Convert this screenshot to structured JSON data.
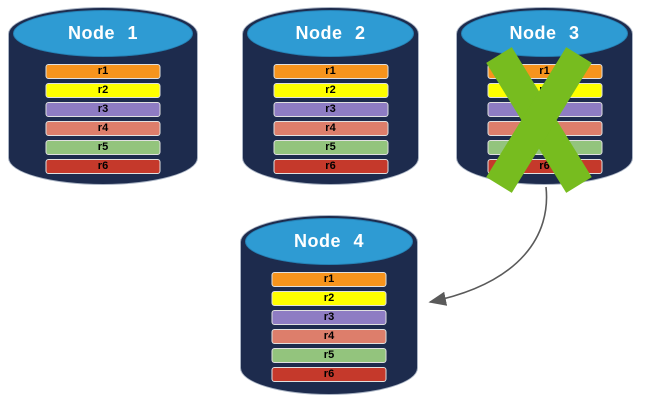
{
  "colors": {
    "cylinder_body": "#1D2B4D",
    "cylinder_edge": "#AAB4C4",
    "cylinder_cap": "#2E9BD3",
    "node_label": "#FFFFFF",
    "bar_label": "#000000",
    "bar_border": "#E0E0E0",
    "cross": "#77BC1F",
    "arrow": "#5A5A5A"
  },
  "nodes": [
    {
      "label": "Node 1",
      "crossed_out": false,
      "rows": [
        {
          "label": "r1",
          "color": "#F7941D"
        },
        {
          "label": "r2",
          "color": "#FFFF00"
        },
        {
          "label": "r3",
          "color": "#8E7CC3"
        },
        {
          "label": "r4",
          "color": "#DD7E6B"
        },
        {
          "label": "r5",
          "color": "#93C47D"
        },
        {
          "label": "r6",
          "color": "#C5392B"
        }
      ]
    },
    {
      "label": "Node 2",
      "crossed_out": false,
      "rows": [
        {
          "label": "r1",
          "color": "#F7941D"
        },
        {
          "label": "r2",
          "color": "#FFFF00"
        },
        {
          "label": "r3",
          "color": "#8E7CC3"
        },
        {
          "label": "r4",
          "color": "#DD7E6B"
        },
        {
          "label": "r5",
          "color": "#93C47D"
        },
        {
          "label": "r6",
          "color": "#C5392B"
        }
      ]
    },
    {
      "label": "Node 3",
      "crossed_out": true,
      "rows": [
        {
          "label": "r1",
          "color": "#F7941D"
        },
        {
          "label": "r2",
          "color": "#FFFF00"
        },
        {
          "label": "r3",
          "color": "#8E7CC3"
        },
        {
          "label": "r4",
          "color": "#DD7E6B"
        },
        {
          "label": "r5",
          "color": "#93C47D"
        },
        {
          "label": "r6",
          "color": "#C5392B"
        }
      ]
    },
    {
      "label": "Node 4",
      "crossed_out": false,
      "rows": [
        {
          "label": "r1",
          "color": "#F7941D"
        },
        {
          "label": "r2",
          "color": "#FFFF00"
        },
        {
          "label": "r3",
          "color": "#8E7CC3"
        },
        {
          "label": "r4",
          "color": "#DD7E6B"
        },
        {
          "label": "r5",
          "color": "#93C47D"
        },
        {
          "label": "r6",
          "color": "#C5392B"
        }
      ]
    }
  ],
  "arrow": {
    "from": "Node 3",
    "to": "Node 4"
  }
}
